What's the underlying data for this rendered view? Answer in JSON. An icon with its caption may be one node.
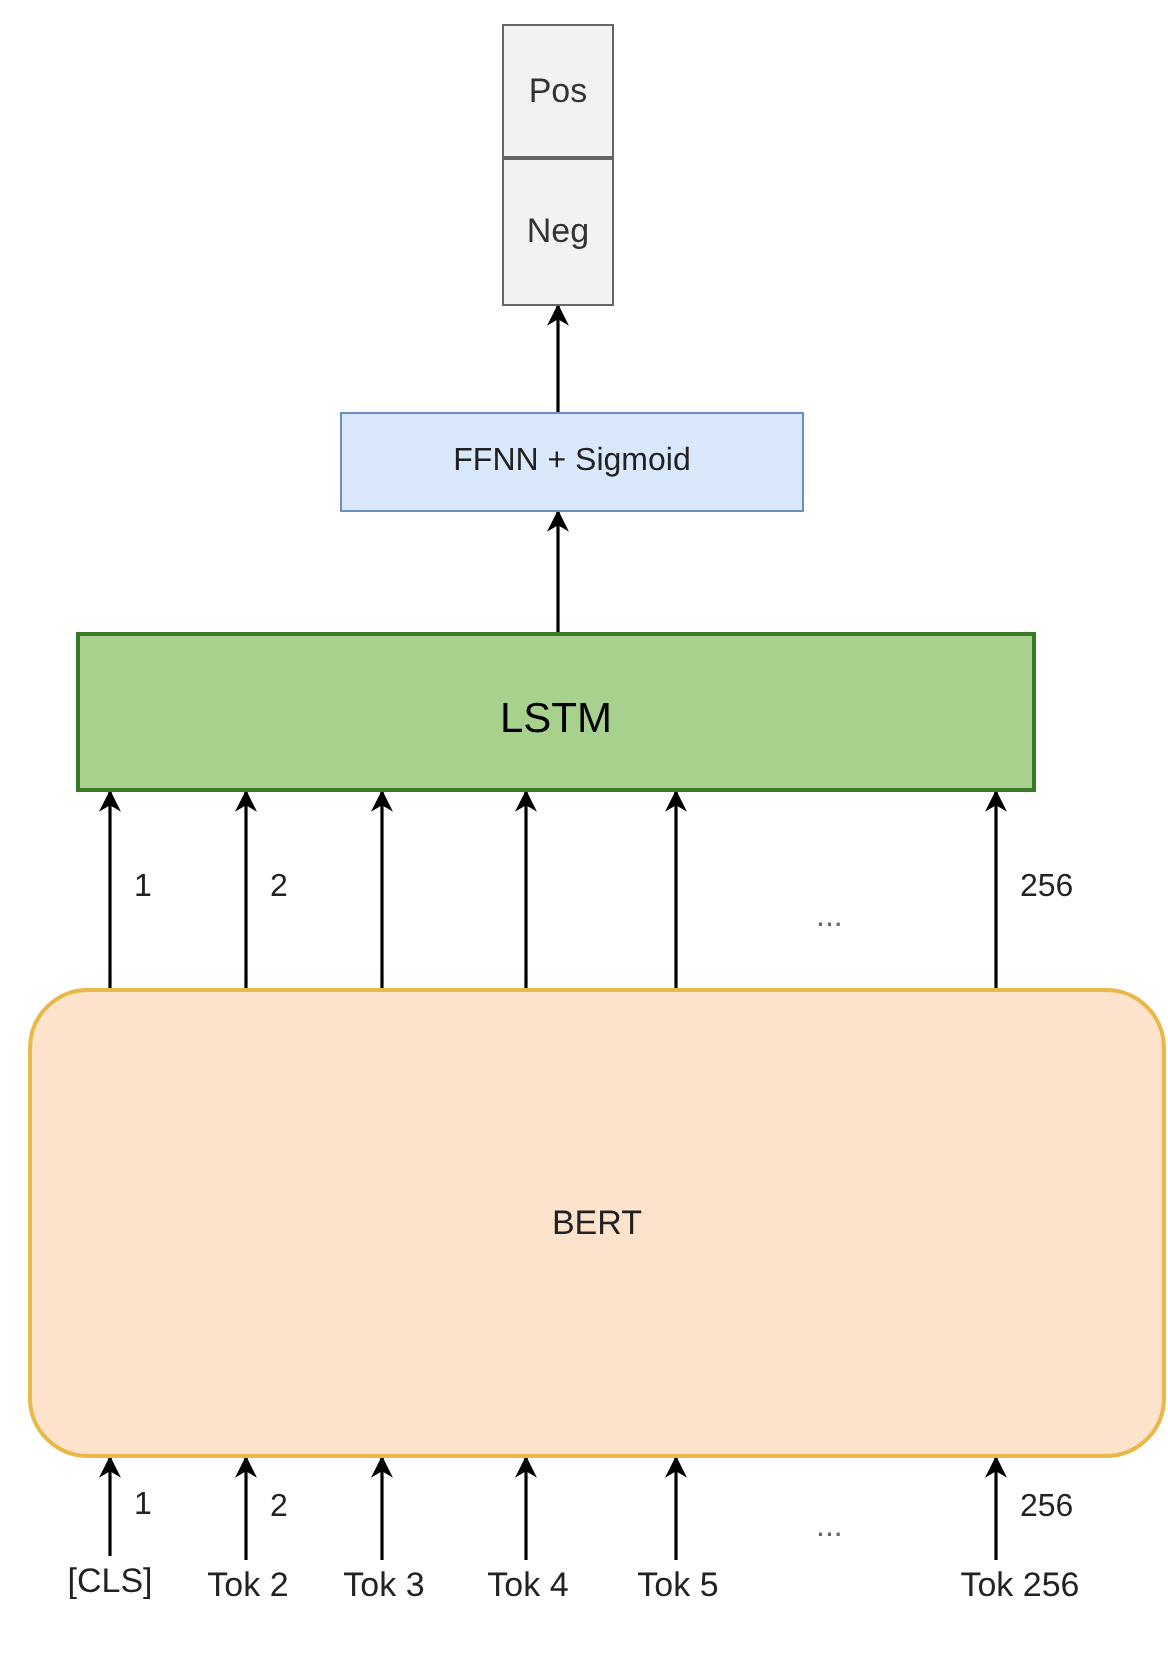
{
  "diagram": {
    "nodes": [
      {
        "text": [
          "Pos"
        ]
      },
      {
        "text": [
          "Neg"
        ]
      },
      {
        "text": [
          "FFNN + Sigmoid"
        ]
      },
      {
        "text": [
          "LSTM"
        ]
      },
      {
        "text": [
          "BERT"
        ]
      },
      {
        "text": [
          "[CLS]"
        ]
      },
      {
        "text": [
          "Tok 2"
        ]
      },
      {
        "text": [
          "Tok 3"
        ]
      },
      {
        "text": [
          "Tok 4"
        ]
      },
      {
        "text": [
          "Tok 5"
        ]
      },
      {
        "text": [
          "Tok 256"
        ]
      }
    ],
    "edges": [
      {
        "from": 2,
        "to": 1,
        "arrow": "to"
      },
      {
        "from": 3,
        "to": 2,
        "arrow": "to"
      },
      {
        "from": 4,
        "to": 3,
        "arrow": "to",
        "label": "1"
      },
      {
        "from": 4,
        "to": 3,
        "arrow": "to",
        "label": "2"
      },
      {
        "from": 4,
        "to": 3,
        "arrow": "to"
      },
      {
        "from": 4,
        "to": 3,
        "arrow": "to"
      },
      {
        "from": 4,
        "to": 3,
        "arrow": "to"
      },
      {
        "from": 4,
        "to": 3,
        "arrow": "to",
        "label": "256"
      },
      {
        "from": 5,
        "to": 4,
        "arrow": "to",
        "label": "1"
      },
      {
        "from": 6,
        "to": 4,
        "arrow": "to",
        "label": "2"
      },
      {
        "from": 7,
        "to": 4,
        "arrow": "to"
      },
      {
        "from": 8,
        "to": 4,
        "arrow": "to"
      },
      {
        "from": 9,
        "to": 4,
        "arrow": "to"
      },
      {
        "from": 10,
        "to": 4,
        "arrow": "to",
        "label": "256"
      }
    ],
    "labels": [
      "...",
      "..."
    ]
  }
}
